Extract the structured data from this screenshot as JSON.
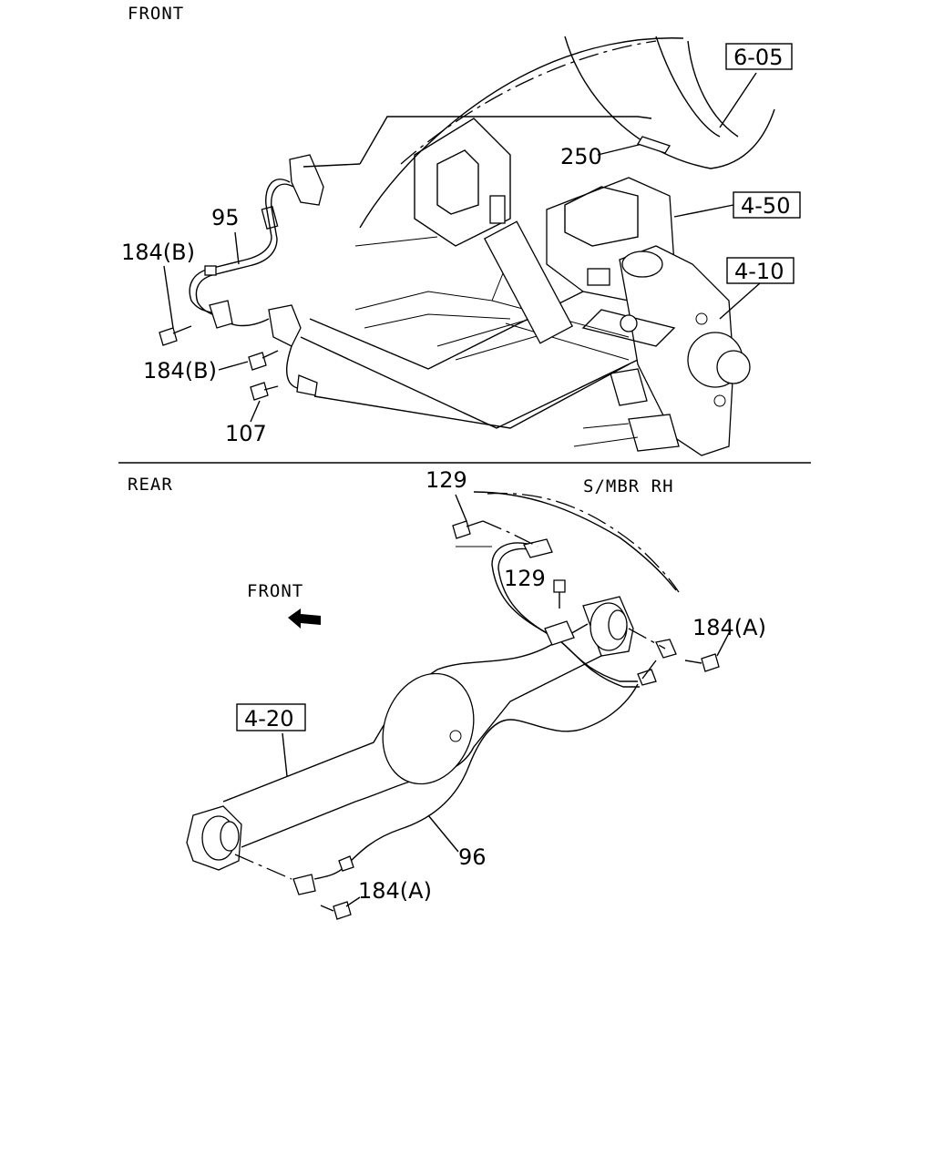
{
  "front_section": {
    "heading": "FRONT",
    "callouts": {
      "ref_605": "6-05",
      "part_250": "250",
      "ref_450": "4-50",
      "ref_410": "4-10",
      "part_95": "95",
      "part_184b_upper": "184(B)",
      "part_184b_lower": "184(B)",
      "part_107": "107"
    }
  },
  "rear_section": {
    "heading": "REAR",
    "direction_label": "FRONT",
    "member_label": "S/MBR RH",
    "callouts": {
      "part_129_upper": "129",
      "part_129_lower": "129",
      "part_184a_right": "184(A)",
      "ref_420": "4-20",
      "part_96": "96",
      "part_184a_lower": "184(A)"
    }
  }
}
